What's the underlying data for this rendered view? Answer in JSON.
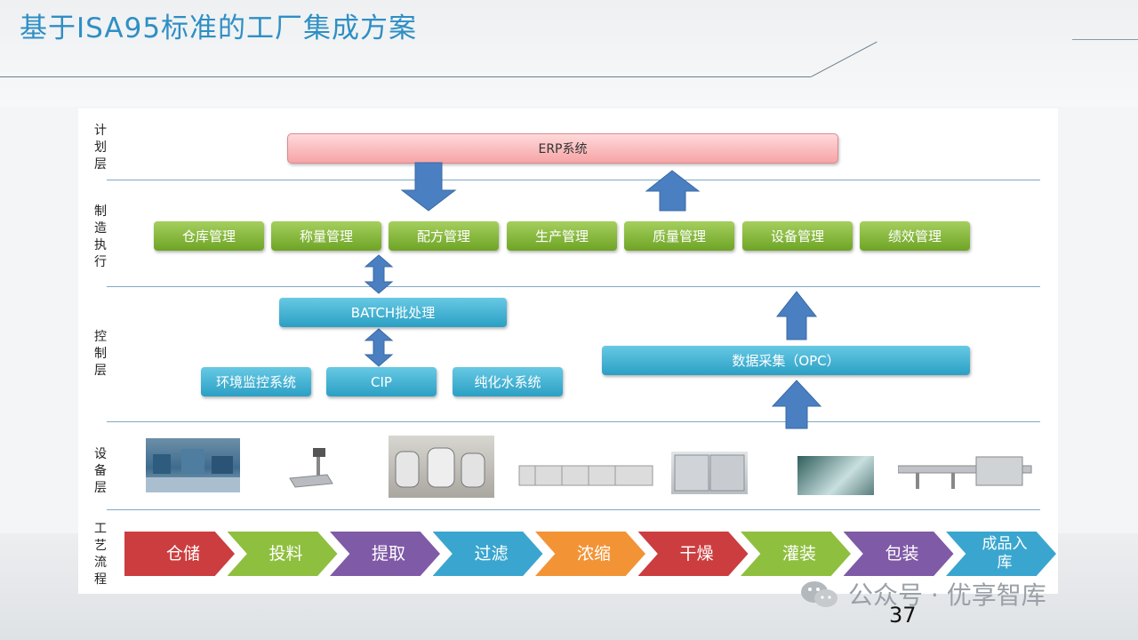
{
  "title": "基于ISA95标准的工厂集成方案",
  "layers": {
    "planning": "计划层",
    "execution": "制造执行",
    "control": "控制层",
    "equipment": "设备层",
    "process": "工艺流程"
  },
  "erp": "ERP系统",
  "mes_modules": [
    "仓库管理",
    "称量管理",
    "配方管理",
    "生产管理",
    "质量管理",
    "设备管理",
    "绩效管理"
  ],
  "control": {
    "batch": "BATCH批处理",
    "data_acq": "数据采集（OPC）",
    "subsystems": [
      "环境监控系统",
      "CIP",
      "纯化水系统"
    ]
  },
  "process_steps": [
    {
      "label": "仓储",
      "color": "#cc3d3f"
    },
    {
      "label": "投料",
      "color": "#8fbf3f"
    },
    {
      "label": "提取",
      "color": "#7f5aa6"
    },
    {
      "label": "过滤",
      "color": "#3aa6cf"
    },
    {
      "label": "浓缩",
      "color": "#f29436"
    },
    {
      "label": "干燥",
      "color": "#cc3d3f"
    },
    {
      "label": "灌装",
      "color": "#8fbf3f"
    },
    {
      "label": "包装",
      "color": "#7f5aa6"
    },
    {
      "label": "成品入库",
      "color": "#3aa6cf"
    }
  ],
  "arrow_color": "#4a7fc1",
  "watermark": "公众号 · 优享智库",
  "page_number": "37"
}
